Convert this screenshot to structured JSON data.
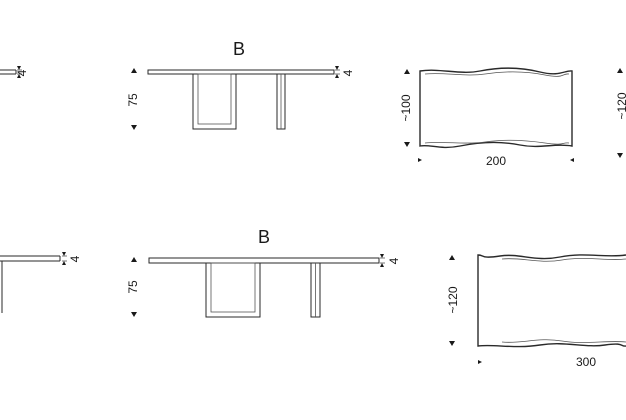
{
  "top_row": {
    "view_label": "B",
    "left_thickness": "4",
    "side_thickness": "4",
    "height": "75",
    "plan_width": "~100",
    "plan_length": "200",
    "right_width": "~120"
  },
  "bottom_row": {
    "view_label": "B",
    "left_thickness": "4",
    "side_thickness": "4",
    "height": "75",
    "plan_width": "~120",
    "plan_length": "300"
  }
}
